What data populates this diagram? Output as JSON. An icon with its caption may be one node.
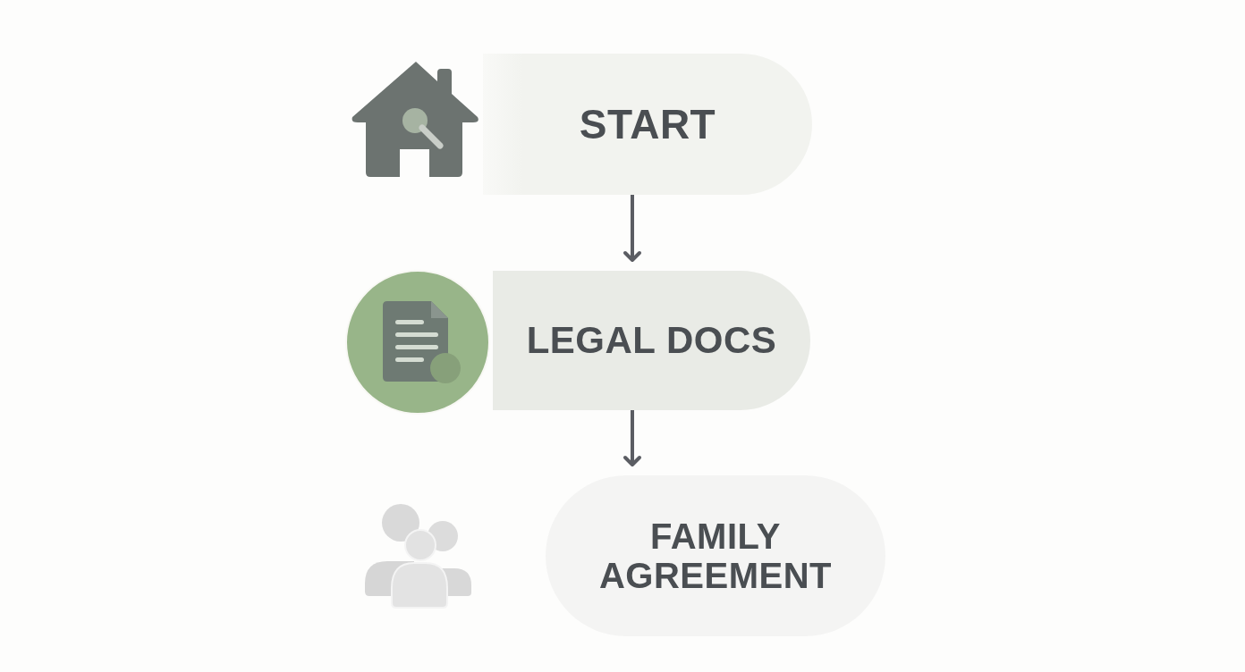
{
  "diagram": {
    "nodes": [
      {
        "text": [
          "START"
        ]
      },
      {
        "text": [
          "LEGAL DOCS"
        ]
      },
      {
        "text": [
          "FAMILY AGREEMENT"
        ]
      }
    ],
    "edges": [
      {
        "from": 0,
        "to": 1,
        "arrow": "to"
      },
      {
        "from": 1,
        "to": 2,
        "arrow": "to"
      }
    ]
  }
}
